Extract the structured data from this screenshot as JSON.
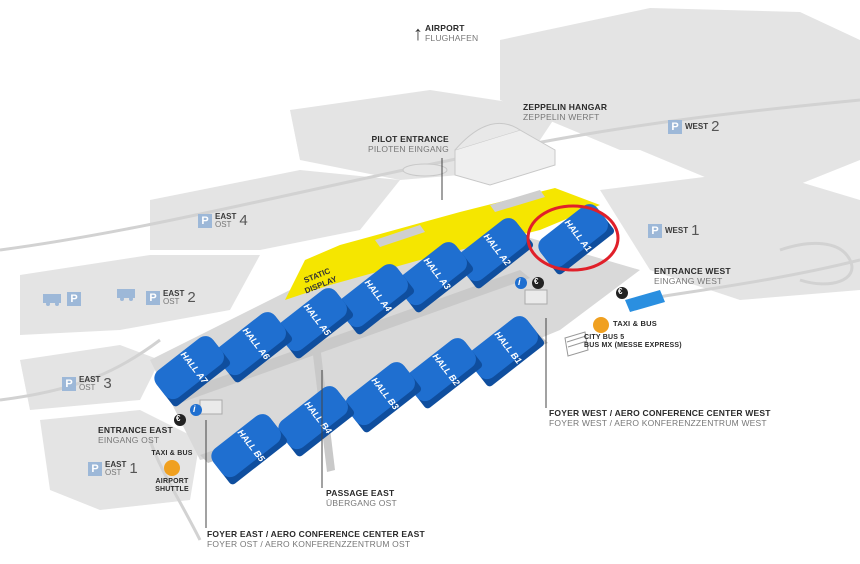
{
  "halls": [
    {
      "id": "A1",
      "label": "HALL A1"
    },
    {
      "id": "A2",
      "label": "HALL A2"
    },
    {
      "id": "A3",
      "label": "HALL A3"
    },
    {
      "id": "A4",
      "label": "HALL A4"
    },
    {
      "id": "A5",
      "label": "HALL A5"
    },
    {
      "id": "A6",
      "label": "HALL A6"
    },
    {
      "id": "A7",
      "label": "HALL A7"
    },
    {
      "id": "B1",
      "label": "HALL B1"
    },
    {
      "id": "B2",
      "label": "HALL B2"
    },
    {
      "id": "B3",
      "label": "HALL B3"
    },
    {
      "id": "B4",
      "label": "HALL B4"
    },
    {
      "id": "B5",
      "label": "HALL B5"
    }
  ],
  "static_display": {
    "line1": "STATIC",
    "line2": "DISPLAY"
  },
  "airport": {
    "arrow": "↑",
    "line1": "AIRPORT",
    "line2": "FLUGHAFEN"
  },
  "zeppelin": {
    "line1": "ZEPPELIN HANGAR",
    "line2": "ZEPPELIN WERFT"
  },
  "pilot": {
    "line1": "PILOT ENTRANCE",
    "line2": "PILOTEN EINGANG"
  },
  "entrance_west": {
    "line1": "ENTRANCE WEST",
    "line2": "EINGANG WEST"
  },
  "entrance_east": {
    "line1": "ENTRANCE EAST",
    "line2": "EINGANG OST"
  },
  "taxi_west": {
    "label": "TAXI & BUS"
  },
  "city_bus": {
    "line1": "CITY BUS 5",
    "line2": "BUS MX (MESSE EXPRESS)"
  },
  "taxi_east": {
    "line1": "TAXI & BUS",
    "line2": "AIRPORT",
    "line3": "SHUTTLE"
  },
  "foyer_west": {
    "line1": "FOYER WEST / AERO CONFERENCE CENTER WEST",
    "line2": "FOYER WEST / AERO KONFERENZZENTRUM WEST"
  },
  "foyer_east": {
    "line1": "FOYER EAST / AERO CONFERENCE CENTER EAST",
    "line2": "FOYER OST / AERO KONFERENZZENTRUM OST"
  },
  "passage_east": {
    "line1": "PASSAGE EAST",
    "line2": "ÜBERGANG OST"
  },
  "parking": {
    "west2": {
      "p": "P",
      "name": "WEST",
      "num": "2"
    },
    "west1": {
      "p": "P",
      "name": "WEST",
      "num": "1"
    },
    "east4": {
      "p": "P",
      "name": "EAST",
      "sub": "OST",
      "num": "4"
    },
    "east2": {
      "p": "P",
      "name": "EAST",
      "sub": "OST",
      "num": "2"
    },
    "east3": {
      "p": "P",
      "name": "EAST",
      "sub": "OST",
      "num": "3"
    },
    "east1": {
      "p": "P",
      "name": "EAST",
      "sub": "OST",
      "num": "1"
    },
    "camper": {
      "p": "P"
    }
  },
  "icons": {
    "info": "i",
    "euro": "€"
  },
  "colors": {
    "hall_blue": "#1f6fd0",
    "hall_dark": "#0f4e9e",
    "static_yellow": "#f5e600",
    "highlight_red": "#e0202a",
    "ground": "#e3e3e3",
    "parking_blue": "#9db8d8"
  }
}
